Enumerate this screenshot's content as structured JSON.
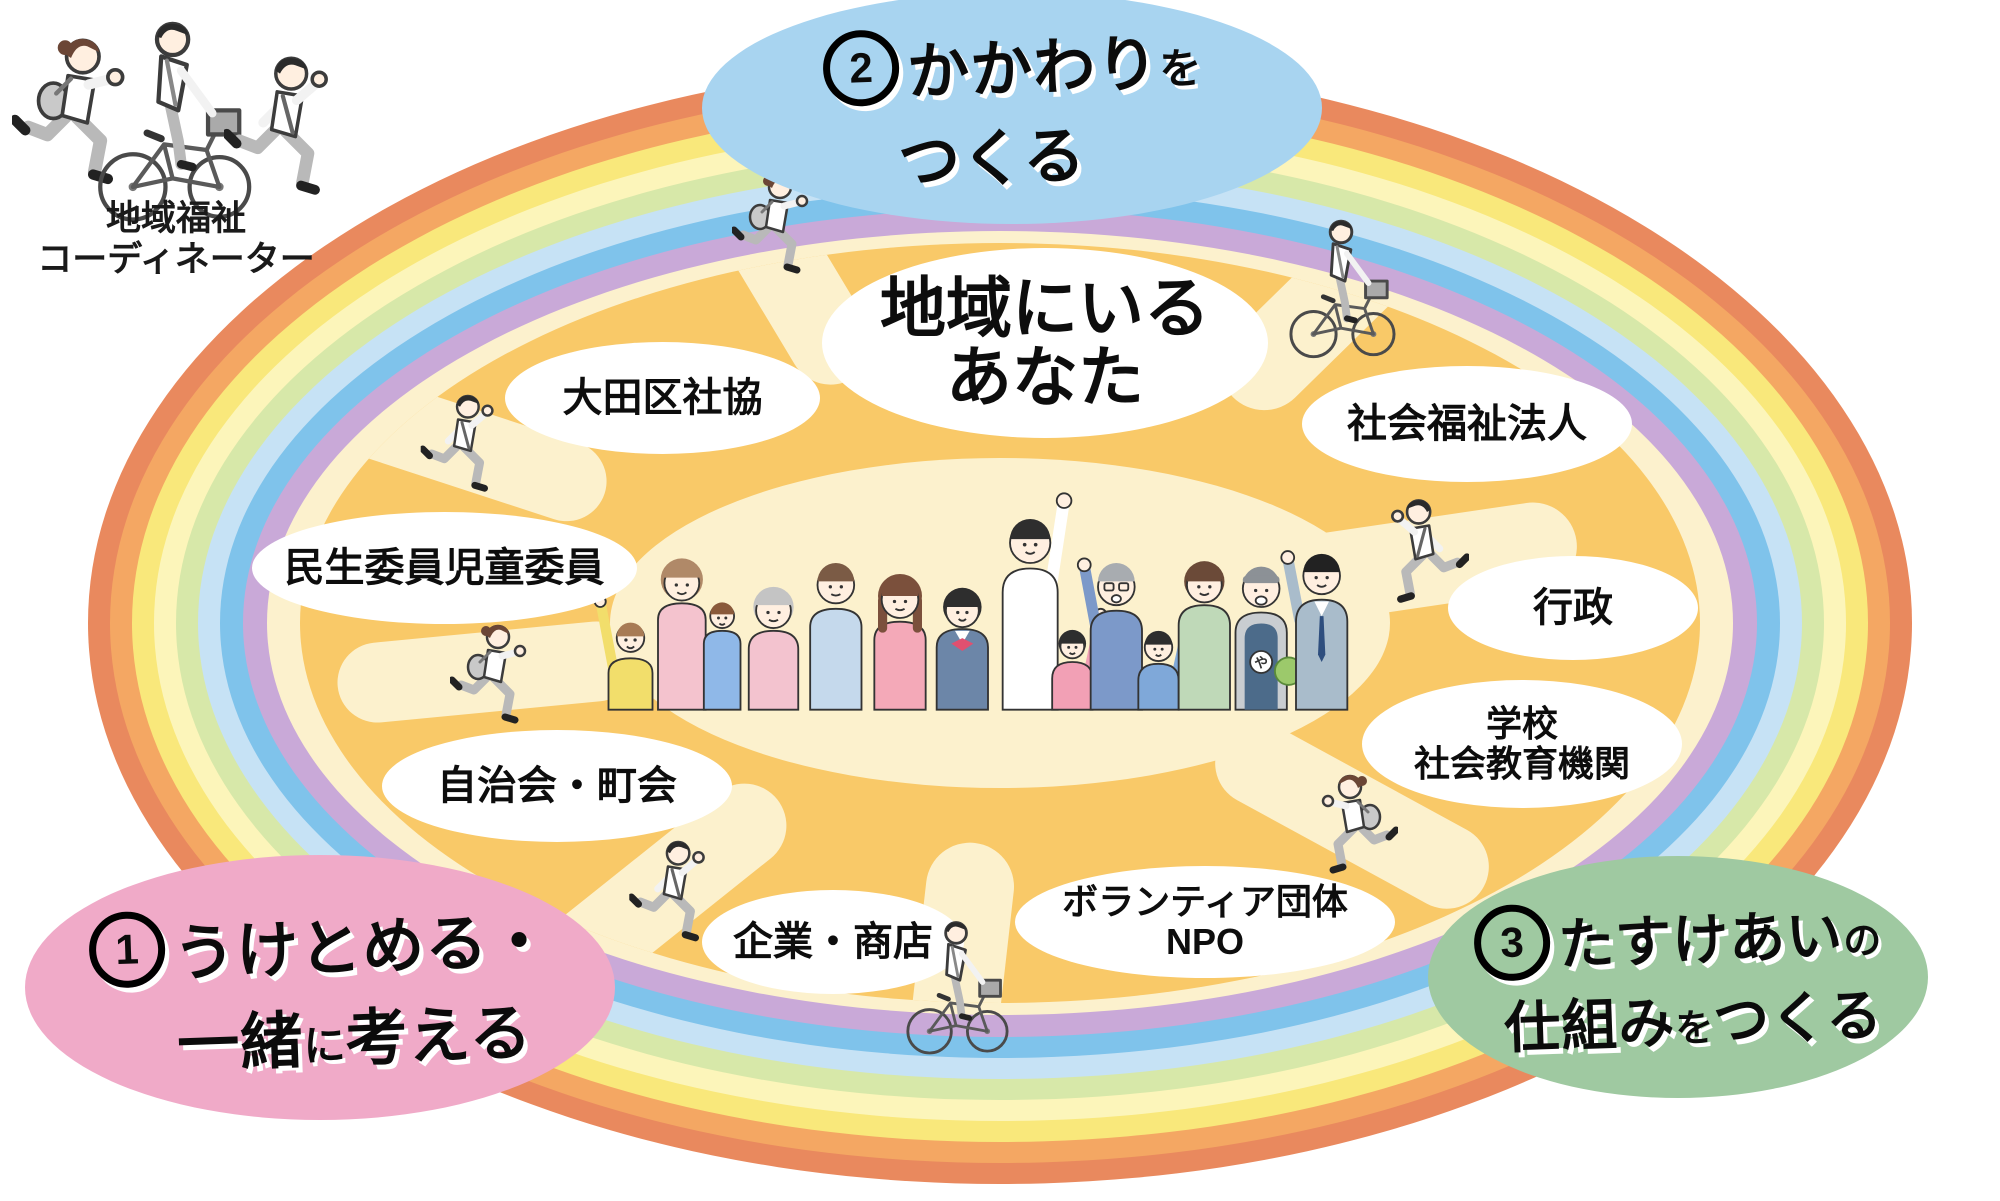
{
  "coordinator_group": {
    "line1": "地域福祉",
    "line2": "コーディネーター"
  },
  "center_oval": {
    "line1": "地域にいる",
    "line2": "あなた"
  },
  "steps": {
    "one": {
      "num": "1",
      "line1_big": "うけとめる・",
      "line2_big1": "一緒",
      "line2_small": "に",
      "line2_big2": "考える"
    },
    "two": {
      "num": "2",
      "line1_big": "かかわり",
      "line1_small": "を",
      "line2_big": "つくる"
    },
    "three": {
      "num": "3",
      "line1_big": "たすけあい",
      "line1_small": "の",
      "line2_big1": "仕組み",
      "line2_small": "を",
      "line2_big2": "つくる"
    }
  },
  "organizations": [
    {
      "id": "ota-shakyo",
      "line1": "大田区社協"
    },
    {
      "id": "shakai-fukushi-hojin",
      "line1": "社会福祉法人"
    },
    {
      "id": "minsei-jido-iin",
      "line1": "民生委員児童委員"
    },
    {
      "id": "gyosei",
      "line1": "行政"
    },
    {
      "id": "jichikai-chokai",
      "line1": "自治会・町会"
    },
    {
      "id": "gakko-shakai-kyoiku",
      "line1": "学校",
      "line2": "社会教育機関"
    },
    {
      "id": "kigyo-shoten",
      "line1": "企業・商店"
    },
    {
      "id": "volunteer-npo",
      "line1": "ボランティア団体",
      "line2": "NPO"
    }
  ],
  "grocer_logo": "や",
  "colors": {
    "rainbow_rings_outer_to_inner": [
      "#E9895E",
      "#F4A763",
      "#F9E87B",
      "#FCF5BA",
      "#D7E8A9",
      "#C6E2F5",
      "#7FC3EB",
      "#C9A9D8"
    ],
    "inner_cream": "#FCF1CD",
    "orbit_band": "#F9C968",
    "step1_pink": "#F0AAC8",
    "step2_blue": "#A8D4F0",
    "step3_green": "#9FC9A1",
    "label_oval": "#FFFFFF",
    "text": "#0D0D0D"
  }
}
